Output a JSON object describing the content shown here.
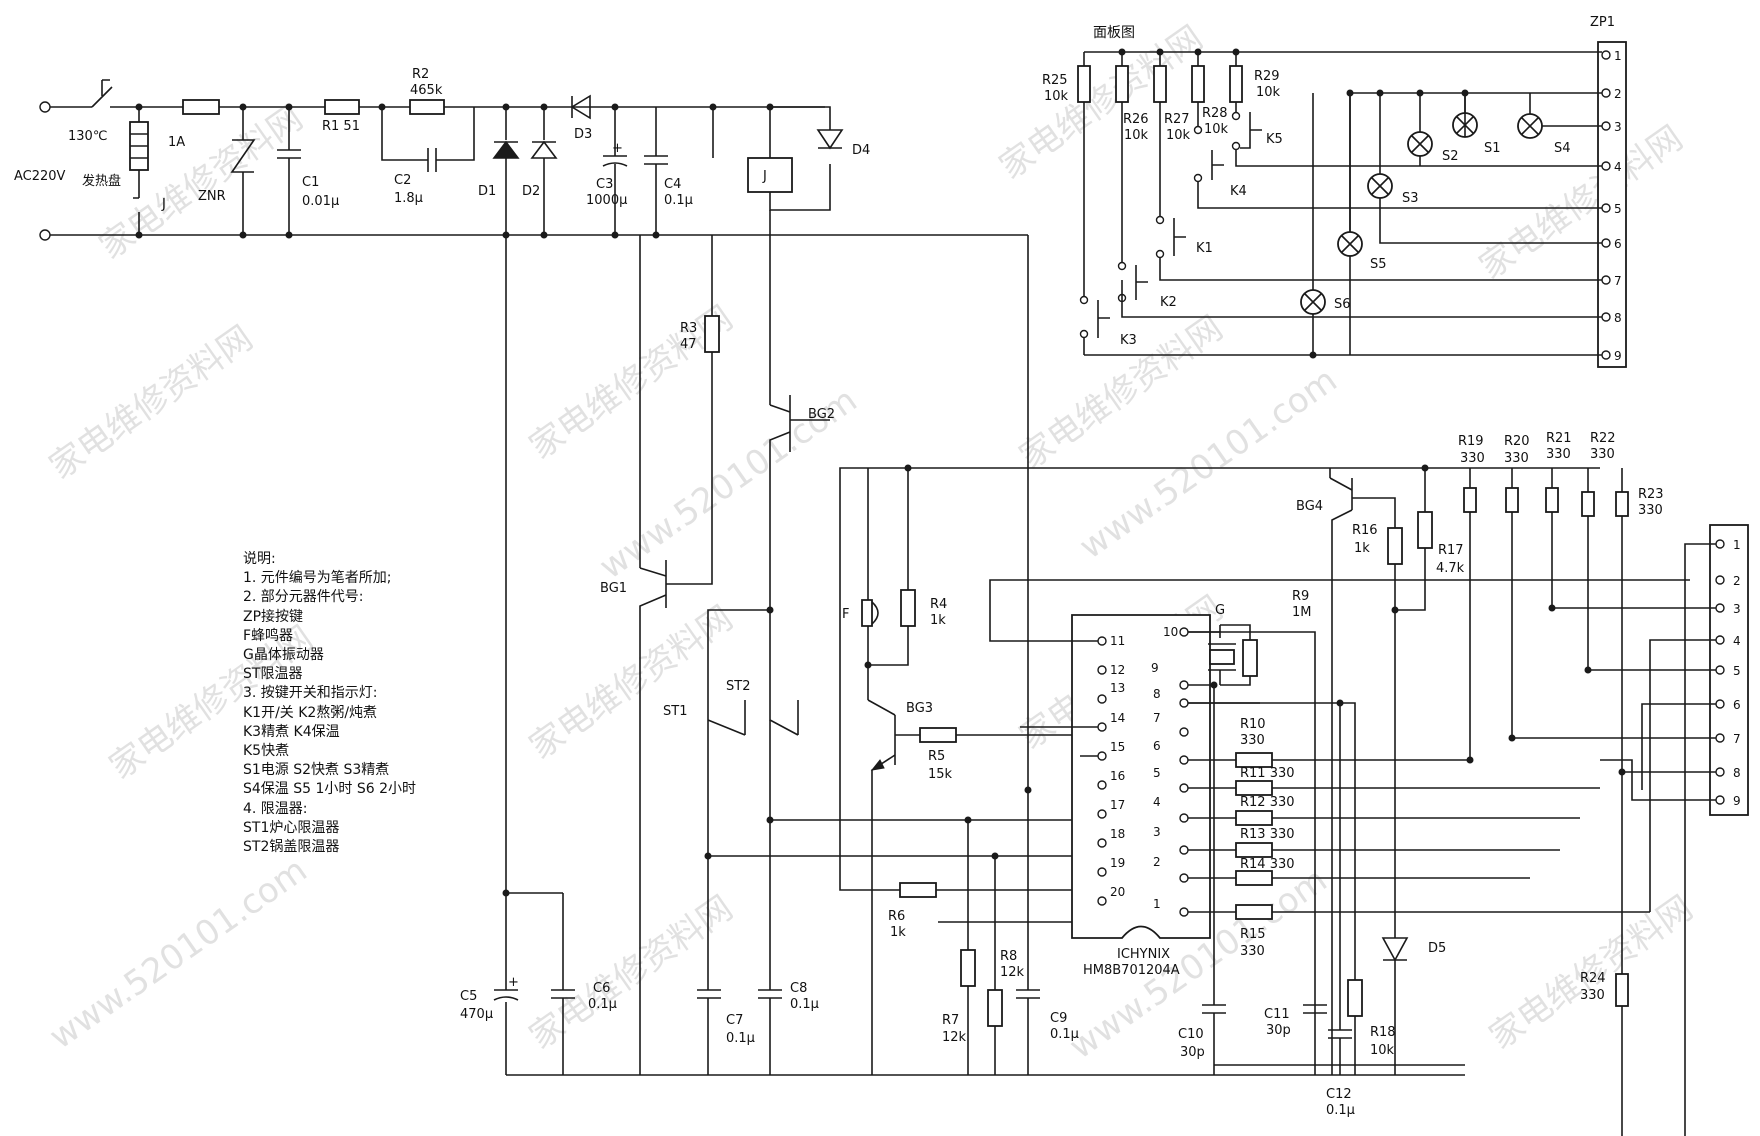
{
  "title_panel": "面板图",
  "power": {
    "input": "AC220V",
    "fuse_temp": "130℃",
    "heater": "发热盘",
    "relay_contact": "J"
  },
  "components": {
    "fuse": "1A",
    "znr": "ZNR",
    "c1": "C1",
    "c1_val": "0.01μ",
    "r1": "R1  51",
    "r2": "R2",
    "r2_val": "465k",
    "c2": "C2",
    "c2_val": "1.8μ",
    "d1": "D1",
    "d2": "D2",
    "d3": "D3",
    "c3": "C3",
    "c3_val": "1000μ",
    "c4": "C4",
    "c4_val": "0.1μ",
    "relay": "J",
    "d4": "D4",
    "r3": "R3",
    "r3_val": "47",
    "bg1": "BG1",
    "bg2": "BG2",
    "bg3": "BG3",
    "bg4": "BG4",
    "st1": "ST1",
    "st2": "ST2",
    "buzzer": "F",
    "r4": "R4",
    "r4_val": "1k",
    "r5": "R5",
    "r5_val": "15k",
    "r6": "R6",
    "r6_val": "1k",
    "r7": "R7",
    "r7_val": "12k",
    "r8": "R8",
    "r8_val": "12k",
    "c5": "C5",
    "c5_val": "470μ",
    "c6": "C6",
    "c6_val": "0.1μ",
    "c7": "C7",
    "c7_val": "0.1μ",
    "c8": "C8",
    "c8_val": "0.1μ",
    "c9": "C9",
    "c9_val": "0.1μ",
    "c10": "C10",
    "c10_val": "30p",
    "c11": "C11",
    "c11_val": "30p",
    "c12": "C12",
    "c12_val": "0.1μ",
    "crystal": "G",
    "r9": "R9",
    "r9_val": "1M",
    "r10": "R10",
    "r10_val": "330",
    "r11": "R11  330",
    "r12": "R12  330",
    "r13": "R13  330",
    "r14": "R14  330",
    "r15": "R15",
    "r15_val": "330",
    "r16": "R16",
    "r16_val": "1k",
    "r17": "R17",
    "r17_val": "4.7k",
    "r18": "R18",
    "r18_val": "10k",
    "d5": "D5",
    "r19": "R19",
    "r19_val": "330",
    "r20": "R20",
    "r20_val": "330",
    "r21": "R21",
    "r21_val": "330",
    "r22": "R22",
    "r22_val": "330",
    "r23": "R23",
    "r23_val": "330",
    "r24": "R24",
    "r24_val": "330",
    "ic_brand": "ICHYNIX",
    "ic_part": "HM8B701204A"
  },
  "panel": {
    "r25": "R25",
    "r25_val": "10k",
    "r26": "R26",
    "r26_val": "10k",
    "r27": "R27",
    "r27_val": "10k",
    "r28": "R28",
    "r28_val": "10k",
    "r29": "R29",
    "r29_val": "10k",
    "k1": "K1",
    "k2": "K2",
    "k3": "K3",
    "k4": "K4",
    "k5": "K5",
    "s1": "S1",
    "s2": "S2",
    "s3": "S3",
    "s4": "S4",
    "s5": "S5",
    "s6": "S6",
    "zp1": "ZP1"
  },
  "ic_pins": [
    "11",
    "12",
    "13",
    "14",
    "15",
    "16",
    "17",
    "18",
    "19",
    "20",
    "10",
    "9",
    "8",
    "7",
    "6",
    "5",
    "4",
    "3",
    "2",
    "1"
  ],
  "connector_pins": [
    "1",
    "2",
    "3",
    "4",
    "5",
    "6",
    "7",
    "8",
    "9"
  ],
  "zp1_pins": [
    "1",
    "2",
    "3",
    "4",
    "5",
    "6",
    "7",
    "8",
    "9"
  ],
  "notes": [
    "说明:",
    "1. 元件编号为笔者所加;",
    "2. 部分元器件代号:",
    "ZP接按键",
    "F蜂鸣器",
    "G晶体振动器",
    "ST限温器",
    "3. 按键开关和指示灯:",
    "K1开/关  K2熬粥/炖煮",
    "K3精煮   K4保温",
    "K5快煮",
    "S1电源  S2快煮  S3精煮",
    "S4保温  S5  1小时  S6  2小时",
    "4. 限温器:",
    "ST1炉心限温器",
    "ST2锅盖限温器"
  ],
  "watermarks": [
    "家电维修资料网",
    "www.520101.com"
  ]
}
